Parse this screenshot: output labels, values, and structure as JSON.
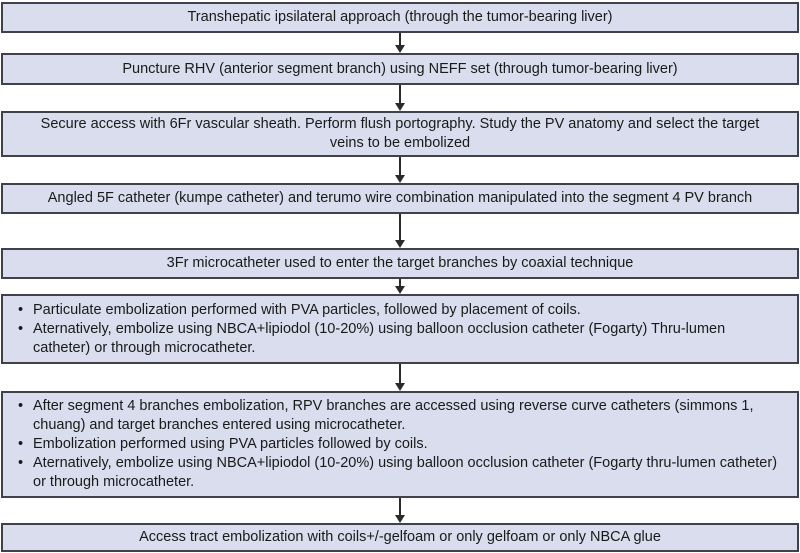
{
  "colors": {
    "box_fill": "#d9dded",
    "box_border": "#41414b",
    "arrow": "#2b2b2b",
    "background": "#ffffff",
    "text": "#1a1a1a"
  },
  "steps": {
    "s1": "Transhepatic ipsilateral approach (through the tumor-bearing liver)",
    "s2": "Puncture RHV (anterior segment branch) using NEFF set (through tumor-bearing liver)",
    "s3": "Secure access with 6Fr vascular sheath. Perform flush portography. Study the PV anatomy and select the target veins to be embolized",
    "s4": "Angled 5F catheter (kumpe catheter) and terumo wire combination manipulated into the segment 4 PV branch",
    "s5": "3Fr microcatheter used to enter the target branches by coaxial technique",
    "s6_bullets": [
      "Particulate embolization performed with PVA particles, followed by placement of coils.",
      "Aternatively, embolize using NBCA+lipiodol (10-20%) using balloon occlusion catheter (Fogarty) Thru-lumen catheter) or through microcatheter."
    ],
    "s7_bullets": [
      "After segment 4 branches embolization, RPV branches are accessed using reverse curve catheters (simmons 1, chuang) and target branches entered using microcatheter.",
      "Embolization performed using PVA particles followed by coils.",
      "Aternatively, embolize using NBCA+lipiodol (10-20%) using balloon occlusion catheter (Fogarty thru-lumen catheter) or through microcatheter."
    ],
    "s8": "Access tract embolization with coils+/-gelfoam or only gelfoam or only NBCA glue"
  }
}
